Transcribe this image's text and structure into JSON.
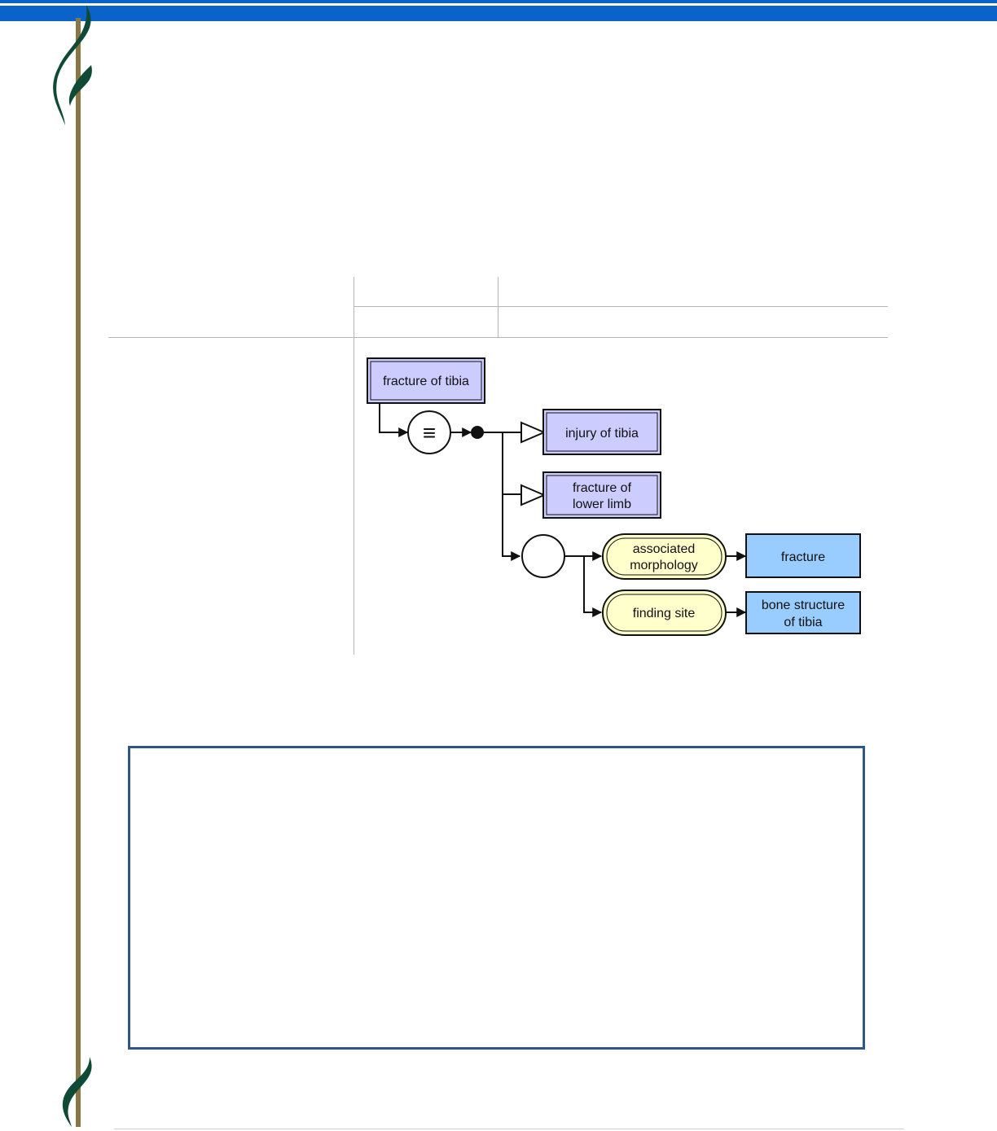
{
  "header": {
    "bar_color": "#0a63c9",
    "accent_color": "#8b7645",
    "ornament_color": "#0f4a37"
  },
  "ornaments": [
    {
      "icon": "leaf-flourish-icon",
      "position": "top"
    },
    {
      "icon": "leaf-flourish-icon",
      "position": "bottom"
    }
  ],
  "diagram": {
    "concepts": {
      "root": "fracture of tibia",
      "parent_1": "injury of tibia",
      "parent_2_line1": "fracture of",
      "parent_2_line2": "lower limb"
    },
    "attributes": {
      "attr_1_line1": "associated",
      "attr_1_line2": "morphology",
      "attr_2": "finding site"
    },
    "values": {
      "value_1": "fracture",
      "value_2_line1": "bone structure",
      "value_2_line2": "of tibia"
    },
    "definition_symbol": "≡",
    "colors": {
      "defined_concept_fill": "#ccccff",
      "attribute_fill": "#ffffcc",
      "value_fill": "#99ccff"
    }
  },
  "note_box": {
    "border_color": "#2e5687"
  }
}
